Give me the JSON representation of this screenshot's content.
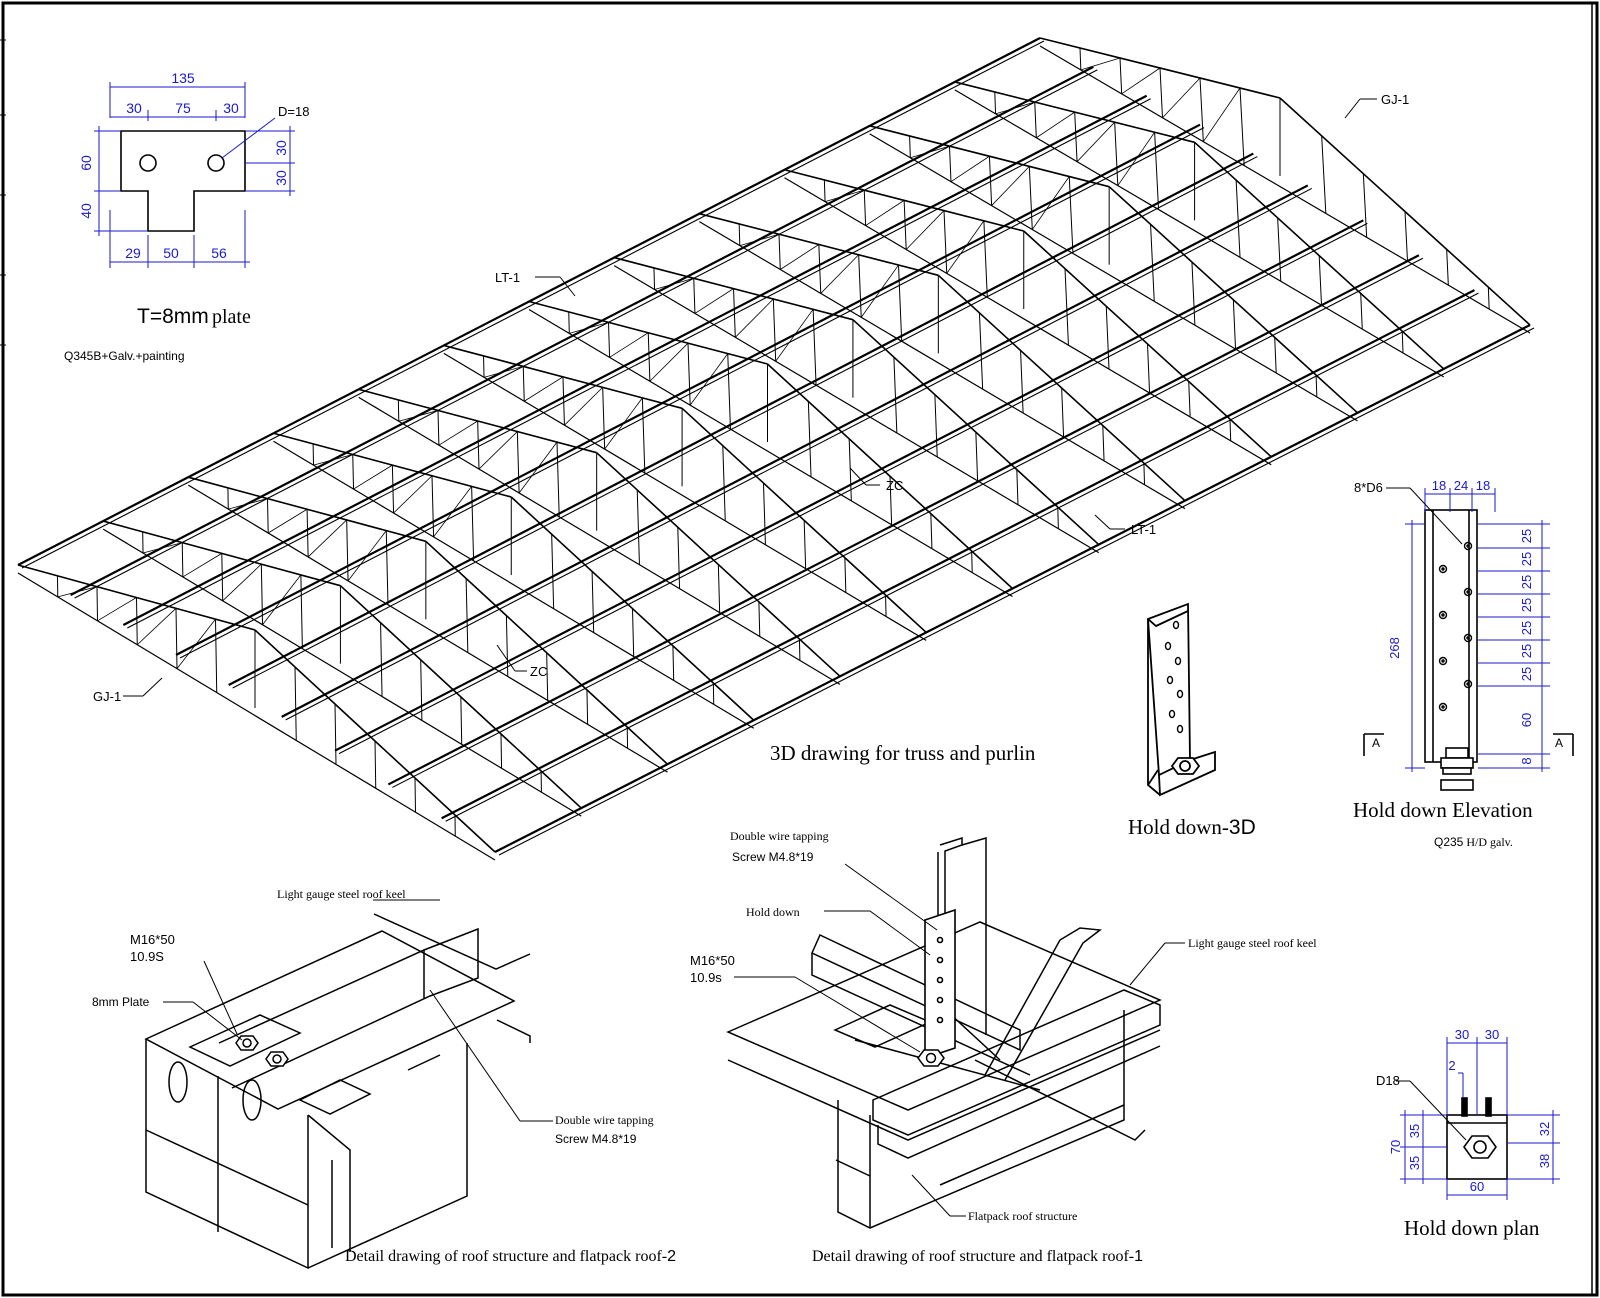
{
  "colors": {
    "line": "#000000",
    "dimension": "#1a1acc",
    "paper": "#ffffff"
  },
  "plate_detail": {
    "dims": {
      "overall": "135",
      "left": "30",
      "mid": "75",
      "right": "30",
      "height_top": "60",
      "height_bottom": "40",
      "right_a": "30",
      "right_b": "30",
      "bottom_a": "29",
      "bottom_b": "50",
      "bottom_c": "56"
    },
    "hole_label": "D=18",
    "title": "T=8mm",
    "title_suffix": "plate",
    "material": "Q345B+Galv.+painting"
  },
  "truss_view": {
    "labels": {
      "gj1_top": "GJ-1",
      "gj1_left": "GJ-1",
      "lt1_top": "LT-1",
      "lt1_right": "LT-1",
      "zc_top": "ZC",
      "zc_bottom": "ZC"
    },
    "caption": "3D drawing for truss and purlin"
  },
  "hold_down_3d": {
    "caption_prefix": "Hold down-",
    "caption_suffix": "3D"
  },
  "hold_down_elevation": {
    "holes_label": "8*D6",
    "top_dims": [
      "18",
      "24",
      "18"
    ],
    "right_dims": [
      "25",
      "25",
      "25",
      "25",
      "25",
      "25",
      "25",
      "60",
      "8"
    ],
    "height": "268",
    "section_mark": "A",
    "caption": "Hold down Elevation",
    "material": "Q235",
    "material_suffix": "H/D galv."
  },
  "hold_down_plan": {
    "top_dims": [
      "30",
      "30"
    ],
    "small_dim": "2",
    "hole_label": "D18",
    "left_total": "70",
    "left_dims": [
      "35",
      "35"
    ],
    "right_dims": [
      "32",
      "38"
    ],
    "bottom_dim": "60",
    "caption": "Hold down plan"
  },
  "detail_roof_2": {
    "labels": {
      "keel": "Light gauge steel roof keel",
      "bolt_1": "M16*50",
      "bolt_2": "10.9S",
      "plate": "8mm Plate",
      "screw_1": "Double wire tapping",
      "screw_2": "Screw M4.8*19"
    },
    "caption_prefix": "Detail drawing of roof structure and flatpack roof-",
    "caption_num": "2"
  },
  "detail_roof_1": {
    "labels": {
      "screw_1": "Double wire tapping",
      "screw_2": "Screw M4.8*19",
      "hold_down": "Hold down",
      "bolt_1": "M16*50",
      "bolt_2": "10.9s",
      "keel": "Light gauge steel roof keel",
      "flatpack": "Flatpack roof structure"
    },
    "caption_prefix": "Detail drawing of roof structure and flatpack roof-",
    "caption_num": "1"
  }
}
